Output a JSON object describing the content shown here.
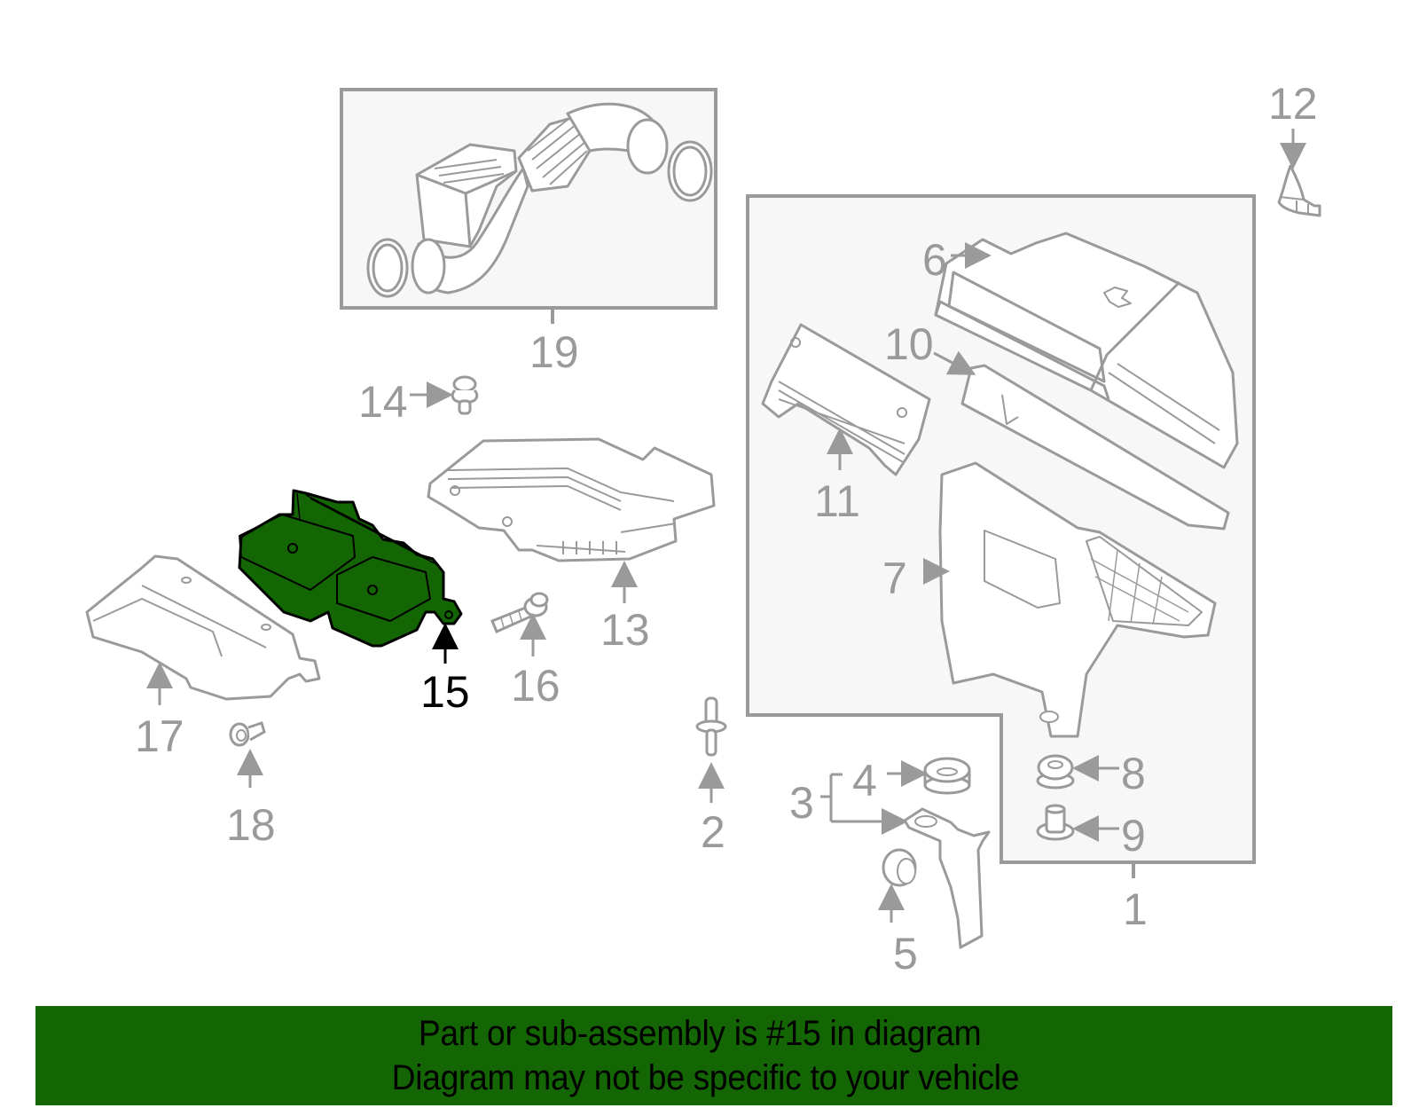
{
  "diagram": {
    "title": "Air intake / air cleaner assembly exploded diagram",
    "highlighted_part": "15",
    "colors": {
      "line": "#9a9a9a",
      "box_fill": "#f7f7f7",
      "highlight_fill": "#146604",
      "highlight_stroke": "#000000",
      "banner_bg": "#146604",
      "banner_text": "#000000"
    },
    "callouts": [
      {
        "id": "1",
        "label": "1"
      },
      {
        "id": "2",
        "label": "2"
      },
      {
        "id": "3",
        "label": "3"
      },
      {
        "id": "4",
        "label": "4"
      },
      {
        "id": "5",
        "label": "5"
      },
      {
        "id": "6",
        "label": "6"
      },
      {
        "id": "7",
        "label": "7"
      },
      {
        "id": "8",
        "label": "8"
      },
      {
        "id": "9",
        "label": "9"
      },
      {
        "id": "10",
        "label": "10"
      },
      {
        "id": "11",
        "label": "11"
      },
      {
        "id": "12",
        "label": "12"
      },
      {
        "id": "13",
        "label": "13"
      },
      {
        "id": "14",
        "label": "14"
      },
      {
        "id": "15",
        "label": "15"
      },
      {
        "id": "16",
        "label": "16"
      },
      {
        "id": "17",
        "label": "17"
      },
      {
        "id": "18",
        "label": "18"
      },
      {
        "id": "19",
        "label": "19"
      }
    ]
  },
  "banner": {
    "line1": "Part or sub-assembly is #15 in diagram",
    "line2": "Diagram may not be specific to your vehicle"
  }
}
